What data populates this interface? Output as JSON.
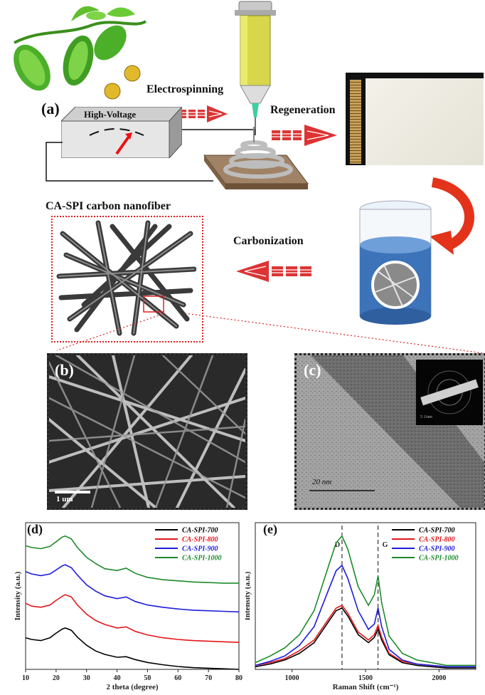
{
  "schematic": {
    "panel_label": "(a)",
    "electrospinning": "Electrospinning",
    "high_voltage": "High-Voltage",
    "regeneration": "Regeneration",
    "carbonization": "Carbonization",
    "nanofiber_title": "CA-SPI carbon nanofiber"
  },
  "sem": {
    "panel_label": "(b)",
    "scale_bar": "1 um"
  },
  "tem": {
    "panel_label": "(c)",
    "scale_bar": "20 nm",
    "inset_scale": "5 1/nm"
  },
  "xrd": {
    "panel_label": "(d)"
  },
  "raman": {
    "panel_label": "(e)"
  },
  "chart_data": [
    {
      "type": "line",
      "panel": "(d)",
      "xlabel": "2 theta (degree)",
      "ylabel": "Intensity (a.u.)",
      "xlim": [
        10,
        80
      ],
      "xticks": [
        10,
        20,
        30,
        40,
        50,
        60,
        70,
        80
      ],
      "legend_position": "top-right",
      "series": [
        {
          "name": "CA-SPI-700",
          "color": "#000000",
          "x": [
            10,
            12,
            15,
            18,
            20,
            22,
            23,
            25,
            27,
            30,
            33,
            36,
            40,
            43,
            46,
            50,
            55,
            60,
            65,
            70,
            75,
            80
          ],
          "y": [
            0.55,
            0.52,
            0.5,
            0.55,
            0.63,
            0.7,
            0.72,
            0.68,
            0.56,
            0.42,
            0.32,
            0.26,
            0.21,
            0.22,
            0.17,
            0.12,
            0.08,
            0.05,
            0.03,
            0.02,
            0.01,
            0.0
          ]
        },
        {
          "name": "CA-SPI-800",
          "color": "#e3161b",
          "x": [
            10,
            12,
            15,
            18,
            20,
            22,
            23,
            25,
            27,
            30,
            33,
            36,
            40,
            43,
            46,
            50,
            55,
            60,
            65,
            70,
            75,
            80
          ],
          "y": [
            1.15,
            1.1,
            1.08,
            1.12,
            1.2,
            1.27,
            1.3,
            1.26,
            1.12,
            0.96,
            0.85,
            0.78,
            0.72,
            0.74,
            0.66,
            0.6,
            0.55,
            0.52,
            0.5,
            0.49,
            0.48,
            0.47
          ]
        },
        {
          "name": "CA-SPI-900",
          "color": "#1d1ddb",
          "x": [
            10,
            12,
            15,
            18,
            20,
            22,
            23,
            25,
            27,
            30,
            33,
            36,
            40,
            43,
            46,
            50,
            55,
            60,
            65,
            70,
            75,
            80
          ],
          "y": [
            1.7,
            1.66,
            1.63,
            1.66,
            1.73,
            1.8,
            1.82,
            1.77,
            1.64,
            1.47,
            1.36,
            1.28,
            1.23,
            1.26,
            1.18,
            1.12,
            1.08,
            1.05,
            1.03,
            1.02,
            1.01,
            1.0
          ]
        },
        {
          "name": "CA-SPI-1000",
          "color": "#1e8a2a",
          "x": [
            10,
            12,
            15,
            18,
            20,
            22,
            23,
            25,
            27,
            30,
            33,
            36,
            40,
            43,
            46,
            50,
            55,
            60,
            65,
            70,
            75,
            80
          ],
          "y": [
            2.15,
            2.12,
            2.1,
            2.14,
            2.22,
            2.3,
            2.32,
            2.27,
            2.12,
            1.95,
            1.84,
            1.75,
            1.72,
            1.76,
            1.67,
            1.6,
            1.56,
            1.54,
            1.52,
            1.51,
            1.5,
            1.5
          ]
        }
      ]
    },
    {
      "type": "line",
      "panel": "(e)",
      "xlabel": "Raman Shift (cm⁻¹)",
      "ylabel": "Intensity (a.u.)",
      "xlim": [
        750,
        2250
      ],
      "xticks": [
        1000,
        1500,
        2000
      ],
      "legend_position": "top-right",
      "peak_labels": [
        {
          "text": "D",
          "x": 1340
        },
        {
          "text": "G",
          "x": 1585
        }
      ],
      "series": [
        {
          "name": "CA-SPI-700",
          "color": "#000000",
          "x": [
            750,
            850,
            950,
            1050,
            1150,
            1250,
            1300,
            1340,
            1380,
            1450,
            1520,
            1560,
            1585,
            1610,
            1660,
            1750,
            1850,
            1950,
            2050,
            2150,
            2250
          ],
          "y": [
            0.02,
            0.04,
            0.07,
            0.12,
            0.2,
            0.36,
            0.44,
            0.46,
            0.4,
            0.26,
            0.2,
            0.24,
            0.3,
            0.22,
            0.11,
            0.05,
            0.03,
            0.02,
            0.01,
            0.01,
            0.01
          ]
        },
        {
          "name": "CA-SPI-800",
          "color": "#e3161b",
          "x": [
            750,
            850,
            950,
            1050,
            1150,
            1250,
            1300,
            1340,
            1380,
            1450,
            1520,
            1560,
            1585,
            1610,
            1660,
            1750,
            1850,
            1950,
            2050,
            2150,
            2250
          ],
          "y": [
            0.03,
            0.05,
            0.08,
            0.14,
            0.22,
            0.38,
            0.46,
            0.48,
            0.42,
            0.28,
            0.22,
            0.26,
            0.33,
            0.24,
            0.12,
            0.06,
            0.04,
            0.03,
            0.02,
            0.02,
            0.02
          ]
        },
        {
          "name": "CA-SPI-900",
          "color": "#1d1ddb",
          "x": [
            750,
            850,
            950,
            1050,
            1150,
            1250,
            1300,
            1340,
            1380,
            1450,
            1520,
            1560,
            1585,
            1610,
            1660,
            1750,
            1850,
            1950,
            2050,
            2150,
            2250
          ],
          "y": [
            0.03,
            0.06,
            0.1,
            0.18,
            0.32,
            0.6,
            0.74,
            0.78,
            0.68,
            0.44,
            0.3,
            0.34,
            0.46,
            0.32,
            0.15,
            0.07,
            0.04,
            0.03,
            0.02,
            0.02,
            0.02
          ]
        },
        {
          "name": "CA-SPI-1000",
          "color": "#1e8a2a",
          "x": [
            750,
            850,
            950,
            1050,
            1150,
            1250,
            1300,
            1340,
            1380,
            1450,
            1520,
            1560,
            1585,
            1610,
            1660,
            1750,
            1850,
            1950,
            2050,
            2150,
            2250
          ],
          "y": [
            0.05,
            0.1,
            0.16,
            0.26,
            0.44,
            0.78,
            0.95,
            1.0,
            0.9,
            0.62,
            0.48,
            0.56,
            0.7,
            0.5,
            0.25,
            0.12,
            0.07,
            0.05,
            0.03,
            0.03,
            0.03
          ]
        }
      ]
    }
  ]
}
